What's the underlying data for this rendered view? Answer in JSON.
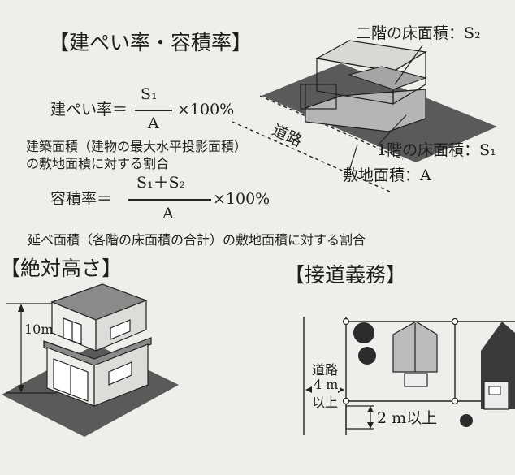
{
  "coverage": {
    "heading": "【建ぺい率・容積率】",
    "bcr_label": "建ぺい率＝",
    "bcr_numerator": "S₁",
    "bcr_denominator": "A",
    "bcr_multiplier": "×100%",
    "bcr_note_line1": "建築面積（建物の最大水平投影面積）",
    "bcr_note_line2": "の敷地面積に対する割合",
    "far_label": "容積率＝",
    "far_numerator": "S₁＋S₂",
    "far_denominator": "A",
    "far_multiplier": "×100%",
    "far_note": "延べ面積（各階の床面積の合計）の敷地面積に対する割合",
    "label_floor2": "二階の床面積：S₂",
    "label_floor1": "1階の床面積：S₁",
    "label_site": "敷地面積：A",
    "label_road": "道路"
  },
  "height": {
    "heading": "【絶対高さ】",
    "dimension": "10m"
  },
  "road_access": {
    "heading": "【接道義務】",
    "road_label": "道路",
    "road_width": "4 m",
    "road_width_suffix": "以上",
    "frontage": "2 m以上"
  },
  "colors": {
    "ground": "#5a5a5a",
    "floor_fill": "#b5b5b5",
    "roof": "#8a8a8a",
    "line": "#222222"
  }
}
